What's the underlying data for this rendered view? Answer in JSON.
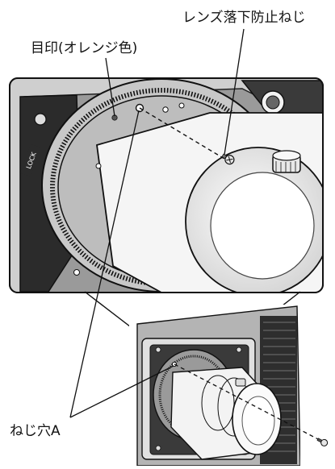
{
  "labels": {
    "screw_name": "レンズ落下防止ねじ",
    "marker_name": "目印(オレンジ色)",
    "hole_name": "ねじ穴A",
    "lock_text": "LOCK"
  },
  "colors": {
    "line": "#111111",
    "body_dark": "#2b2b2b",
    "panel_gray": "#8f8f8f",
    "lens_white": "#f4f4f4",
    "panel_bg": "#d9d9d9"
  },
  "icons": {
    "lock_symbol": "padlock",
    "screw_symbol": "screw-head"
  }
}
